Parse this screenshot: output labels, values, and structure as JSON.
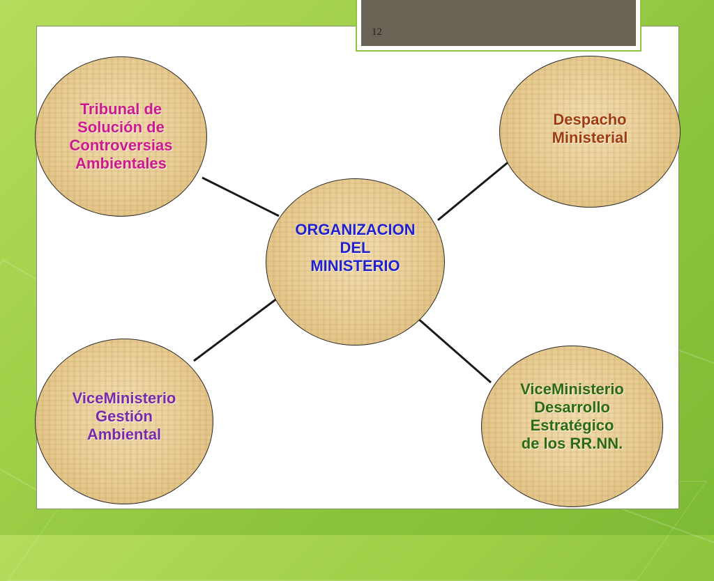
{
  "slide": {
    "page_number": "12"
  },
  "colors": {
    "background": "#9fd048",
    "panel": "#ffffff",
    "header_band": "#6b6456",
    "center_text": "#2222cc",
    "magenta_text": "#cc1a8c",
    "brown_text": "#9e3d10",
    "purple_text": "#7a2aa8",
    "green_text": "#2d6a12"
  },
  "diagram": {
    "center": {
      "label": "ORGANIZACION\nDEL\nMINISTERIO",
      "color": "#2222cc"
    },
    "nodes": [
      {
        "id": "tribunal",
        "label": "Tribunal de\nSolución de\nControversias\nAmbientales",
        "color": "#cc1a8c"
      },
      {
        "id": "despacho",
        "label": "Despacho\nMinisterial",
        "color": "#9e3d10"
      },
      {
        "id": "gestion",
        "label": "ViceMinisterio\nGestión\nAmbiental",
        "color": "#7a2aa8"
      },
      {
        "id": "desarrollo",
        "label": "ViceMinisterio\nDesarrollo\nEstratégico\nde los RR.NN.",
        "color": "#2d6a12"
      }
    ]
  }
}
